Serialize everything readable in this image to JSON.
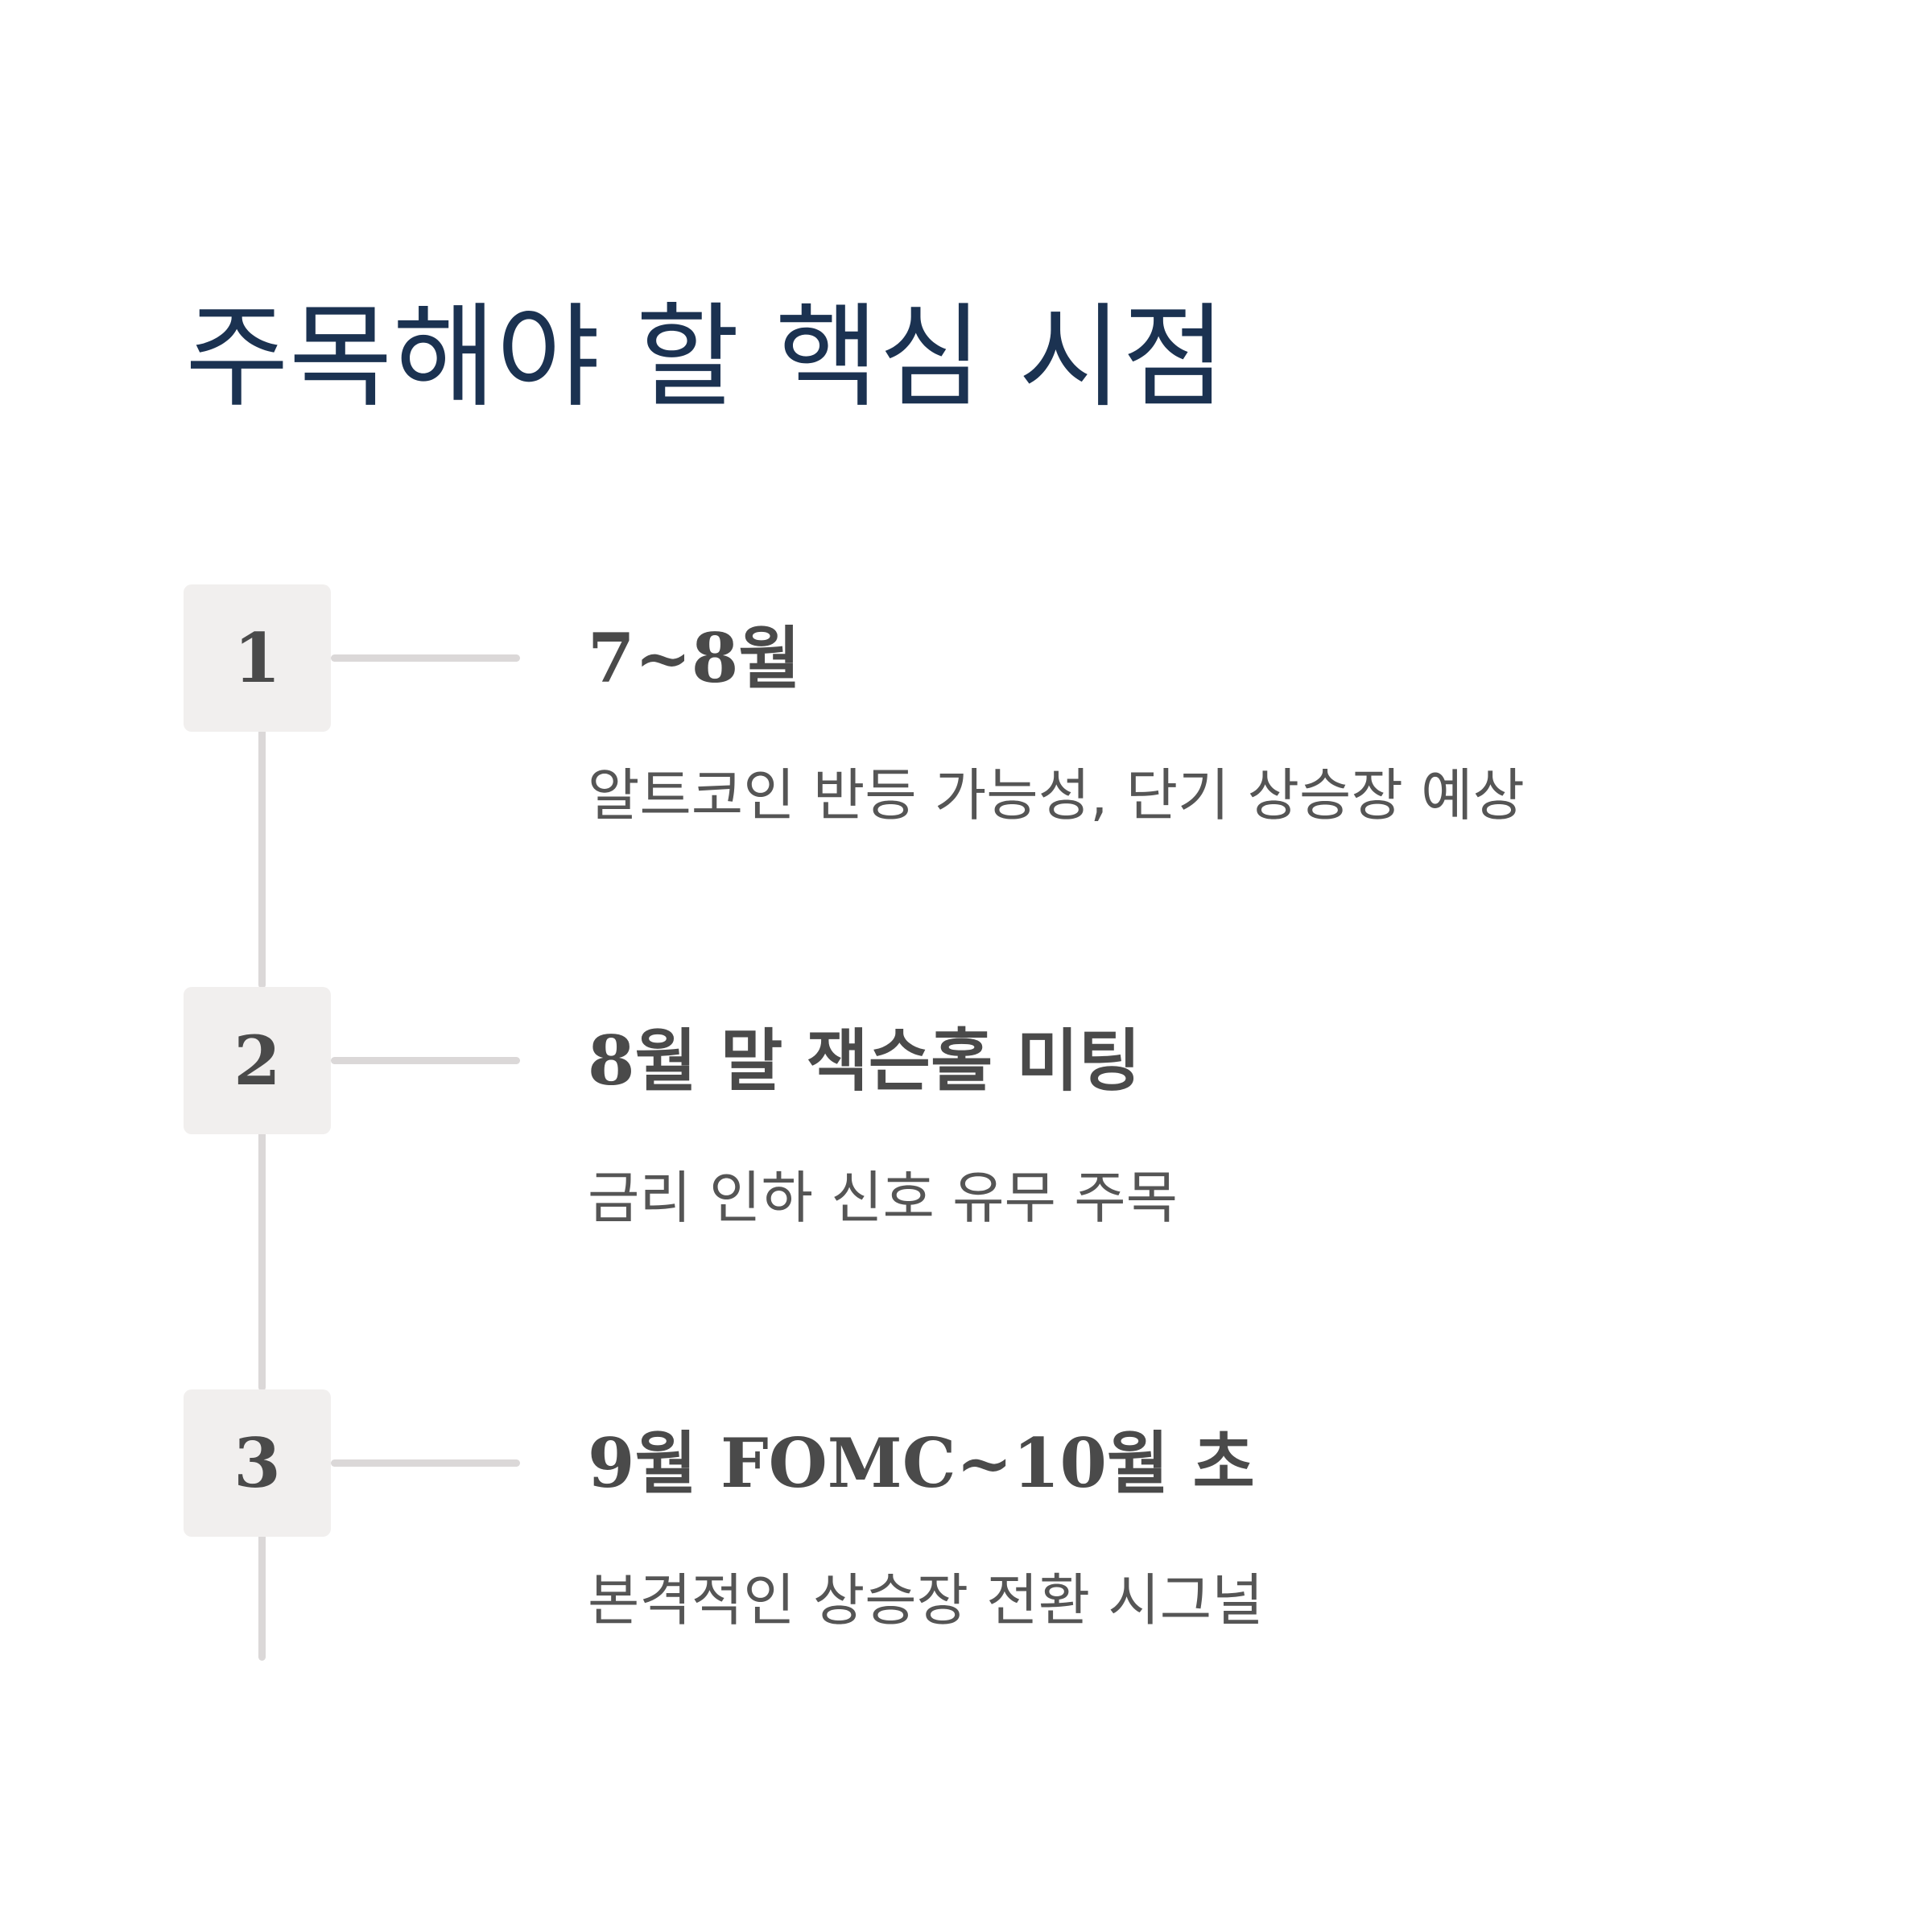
{
  "title": "주목해야 할 핵심 시점",
  "colors": {
    "title": "#1b3251",
    "text": "#4a4a4a",
    "badge_bg": "#f1efee",
    "line": "#dbd8d8"
  },
  "steps": [
    {
      "number": "1",
      "heading": "7~8월",
      "description": "알트코인 반등 가능성, 단기 상승장 예상"
    },
    {
      "number": "2",
      "heading": "8월 말 잭슨홀 미팅",
      "description": "금리 인하 신호 유무 주목"
    },
    {
      "number": "3",
      "heading": "9월 FOMC~10월 초",
      "description": "본격적인 상승장 전환 시그널"
    }
  ]
}
